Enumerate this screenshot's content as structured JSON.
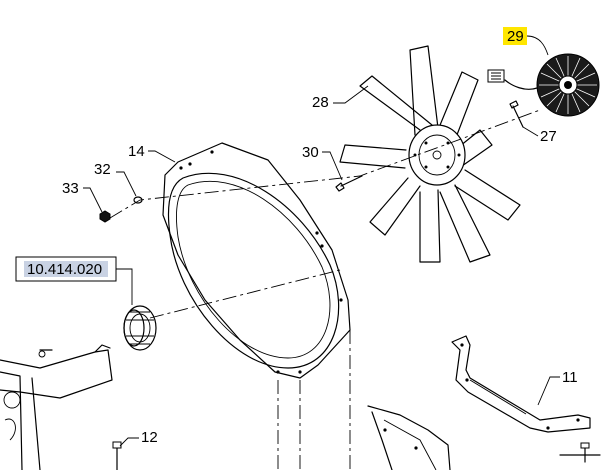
{
  "callouts": {
    "c29": "29",
    "c28": "28",
    "c27": "27",
    "c30": "30",
    "c14": "14",
    "c32": "32",
    "c33": "33",
    "c11": "11",
    "c12": "12"
  },
  "reference": {
    "label": "10.414.020"
  },
  "colors": {
    "highlight": "#ffe600",
    "reference_fill": "#c9d2e3",
    "line": "#000000"
  }
}
